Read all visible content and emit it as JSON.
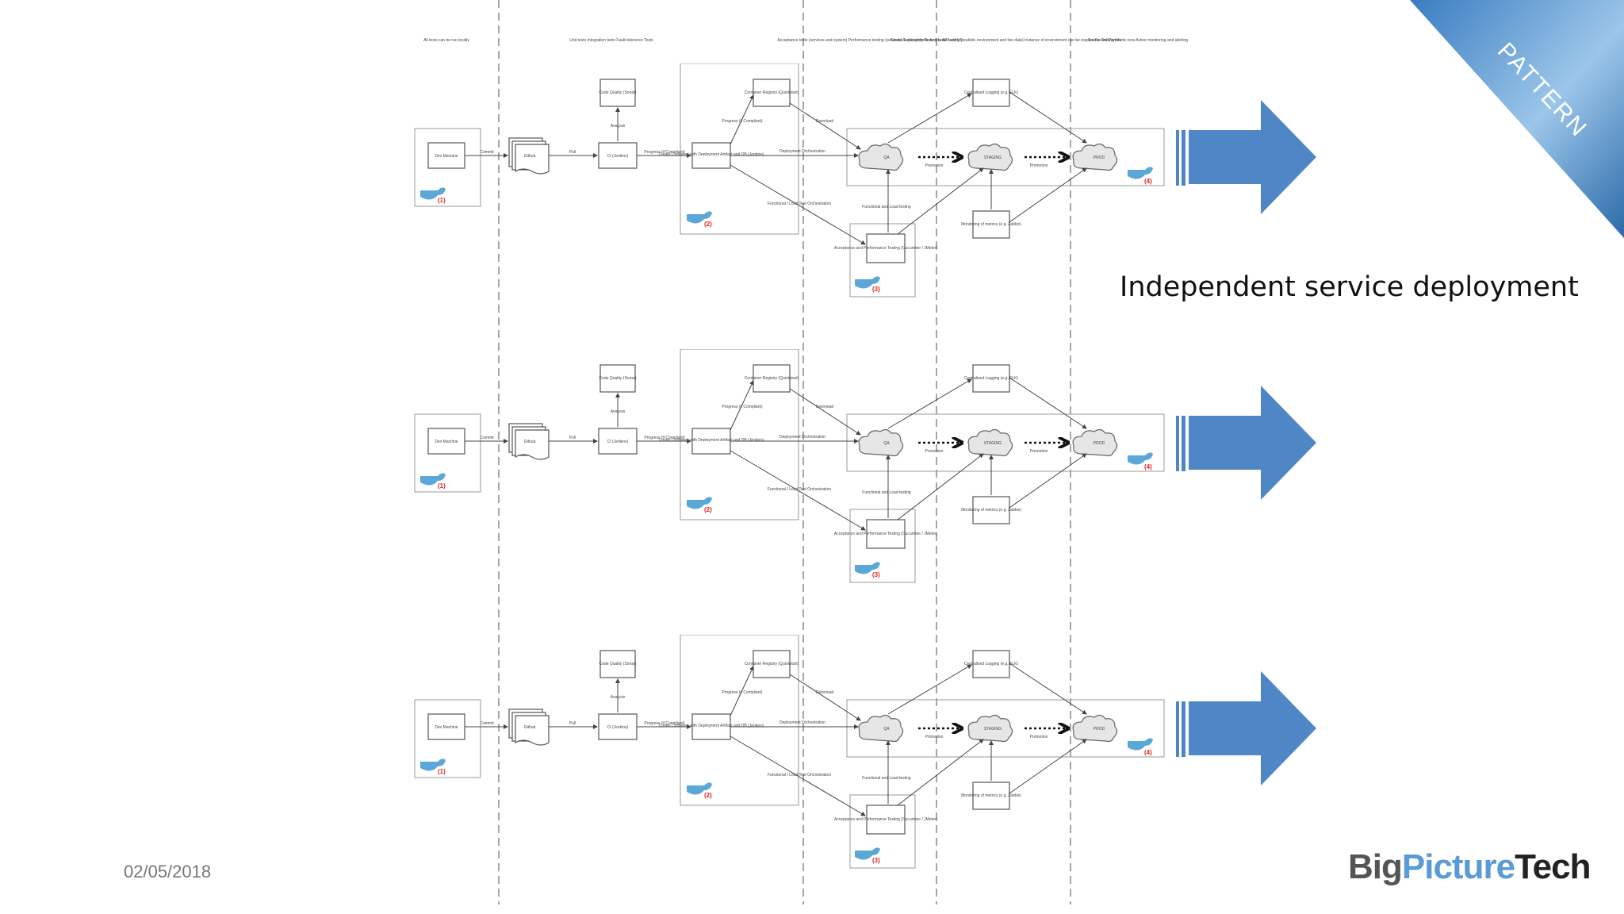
{
  "slide": {
    "subtitle": "Independent service deployment",
    "date": "02/05/2018",
    "badge": "PATTERN",
    "logo": {
      "part1": "Big",
      "part2": "Picture",
      "part3": "Tech"
    }
  },
  "colors": {
    "arrow": "#4f86c6",
    "badge": "#2f6fb0",
    "logo_accent": "#5b9bd5",
    "marker": "#d22222"
  },
  "pipeline": {
    "header_captions": [
      "All tests can be run locally",
      "Unit tests Integration tests Fault-tolerance Tests",
      "Acceptance tests (services and system) Performance testing (services) Exploratory Tests (via API and UI)",
      "Smoke tests/synthetic txns Load testing (realistic environment and live data) Instance of environment can be exposed to 3rd Parties",
      "Smoke tests/synthetic txns Active monitoring and alerting"
    ],
    "nodes": {
      "dev": "Dev Machine",
      "github": "Github",
      "ci": "CI (Jenkins)",
      "quality": "Code Quality (Sonar)",
      "create": "Create Container with Deployment Artifact and DB (Jenkins)",
      "registry": "Container Registry (Quickstart)",
      "qa": "QA",
      "staging": "STAGING",
      "prod": "PROD",
      "logging": "Centralised Logging (e.g. ELK)",
      "monitoring": "Monitoring of metrics (e.g. Zabbix)",
      "testing": "Acceptance and Performance Testing (Cucumber / JMeter)"
    },
    "edges": {
      "commit": "Commit",
      "pull": "Pull",
      "analysis": "Analysis",
      "progress": "Progress (if Compliant)",
      "progress2": "Progress (if Compliant)",
      "download": "Download",
      "deployment": "Deployment Orchestration",
      "functional": "Functional / Load Test Orchestration",
      "functional_load": "Functional and Load testing",
      "promotion": "Promotion"
    },
    "markers": [
      "(1)",
      "(2)",
      "(3)",
      "(4)"
    ]
  }
}
